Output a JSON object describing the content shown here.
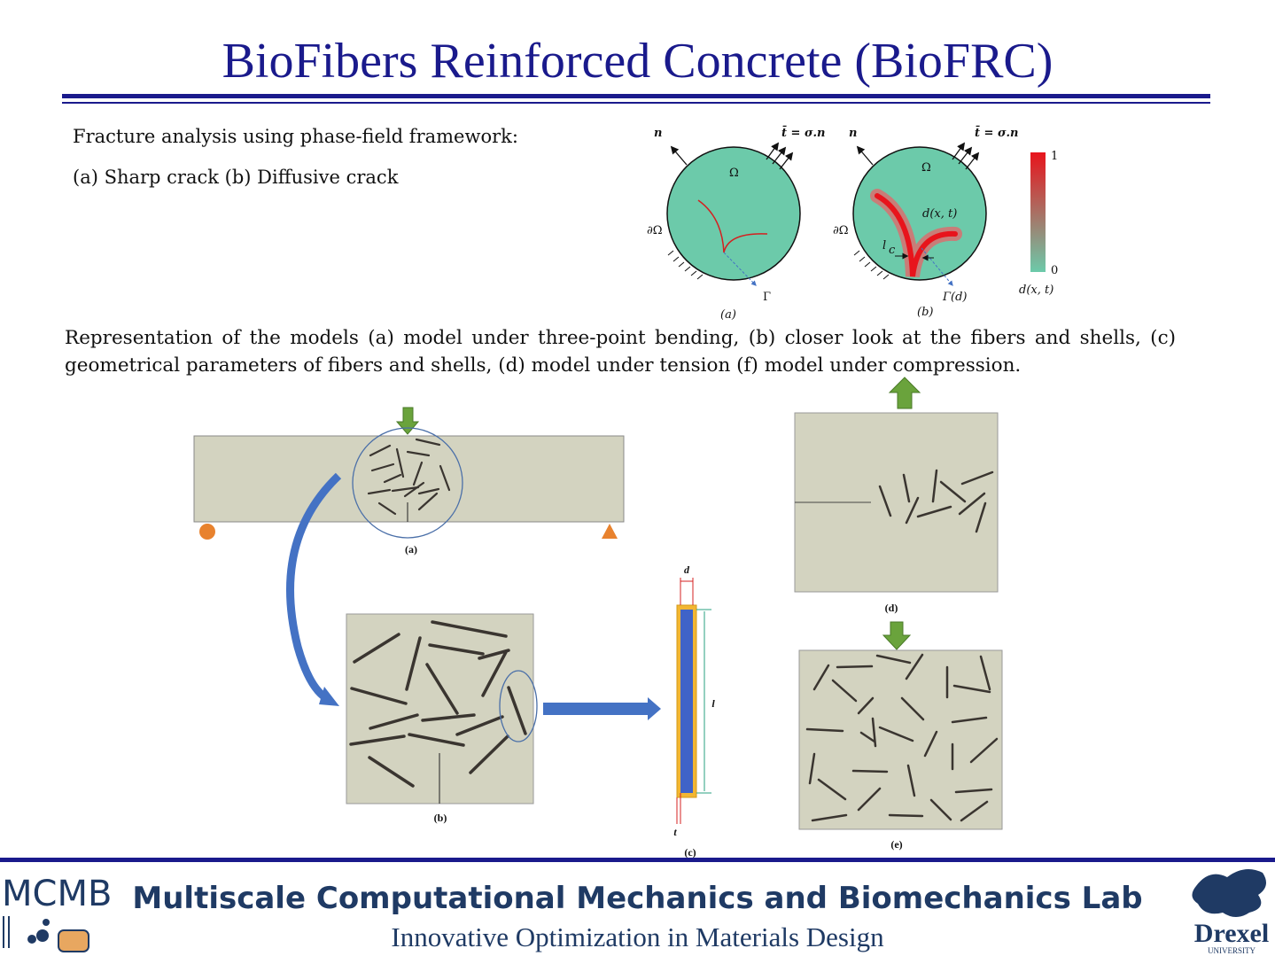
{
  "title": "BioFibers Reinforced Concrete (BioFRC)",
  "intro": {
    "line1": "Fracture analysis using phase-field framework:",
    "line2": "(a) Sharp crack (b) Diffusive crack"
  },
  "phase_field_figure": {
    "normal_label": "n",
    "traction_label": "t̄ = σ.n",
    "domain_label": "Ω",
    "boundary_label": "∂Ω",
    "crack_label_sharp": "Γ",
    "crack_label_diffuse": "Γ(d)",
    "phase_field_label": "d(x, t)",
    "length_scale_label": "l",
    "length_scale_sub": "c",
    "caption_a": "(a)",
    "caption_b": "(b)",
    "colorbar": {
      "max_label": "1",
      "min_label": "0",
      "label": "d(x, t)",
      "top_color": "#e8141c",
      "bottom_color": "#6ccaaa"
    }
  },
  "paragraph": "Representation of the models (a) model under three-point bending, (b) closer look at the fibers and shells, (c) geometrical parameters of fibers and shells, (d) model under tension (f) model under compression.",
  "model_figure": {
    "caption_a": "(a)",
    "caption_b": "(b)",
    "caption_c": "(c)",
    "caption_d": "(d)",
    "caption_e": "(e)",
    "dim_d": "d",
    "dim_l": "l",
    "dim_t": "t",
    "concrete_color": "#d3d3c0",
    "fiber_color": "#3a3530",
    "arrow_color": "#6aa33c",
    "support_color": "#e8822e",
    "flow_arrow_color": "#4472c4"
  },
  "footer": {
    "lab_name": "Multiscale Computational Mechanics and Biomechanics Lab",
    "tagline": "Innovative Optimization in Materials Design",
    "left_logo": "MCMB",
    "right_logo_word": "Drexel",
    "right_logo_sub": "UNIVERSITY"
  }
}
